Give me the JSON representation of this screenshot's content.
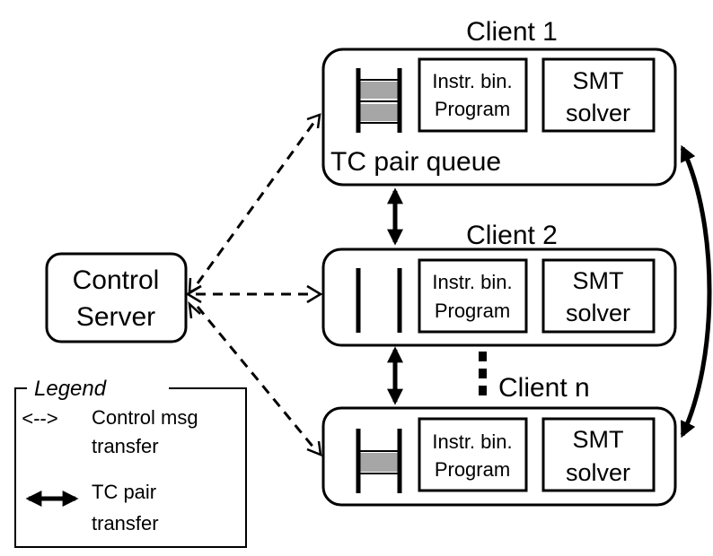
{
  "clients": [
    {
      "label": "Client 1",
      "program_lines": [
        "Instr. bin.",
        "Program"
      ],
      "solver_lines": [
        "SMT",
        "solver"
      ],
      "queue_label": "TC pair queue",
      "queue_state": "two-filled"
    },
    {
      "label": "Client 2",
      "program_lines": [
        "Instr. bin.",
        "Program"
      ],
      "solver_lines": [
        "SMT",
        "solver"
      ],
      "queue_state": "empty"
    },
    {
      "label": "Client n",
      "program_lines": [
        "Instr. bin.",
        "Program"
      ],
      "solver_lines": [
        "SMT",
        "solver"
      ],
      "queue_state": "one-filled"
    }
  ],
  "server": {
    "lines": [
      "Control",
      "Server"
    ]
  },
  "legend": {
    "title": "Legend",
    "items": [
      {
        "symbol": "<-->",
        "lines": [
          "Control msg",
          "transfer"
        ]
      },
      {
        "symbol": "",
        "lines": [
          "TC pair",
          "transfer"
        ]
      }
    ]
  },
  "colors": {
    "queue_fill": "#a6a6a6",
    "stroke": "#000000"
  }
}
